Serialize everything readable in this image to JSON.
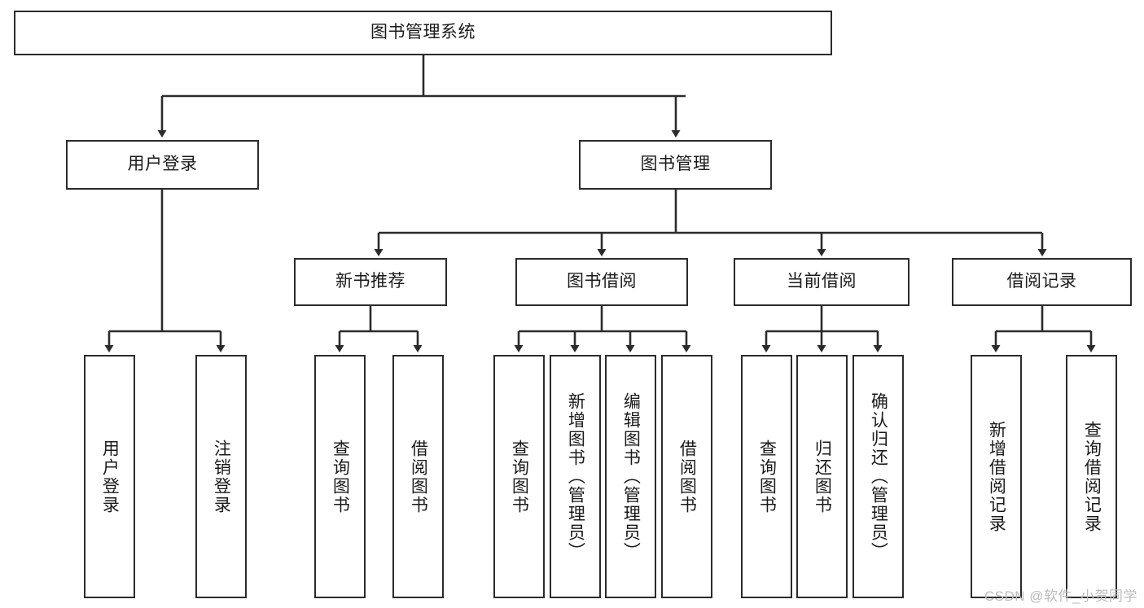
{
  "diagram": {
    "title": "图书管理系统",
    "type": "tree",
    "watermark": "CSDN @软件_小贺同学",
    "colors": {
      "box_border": "#2b2b2b",
      "box_fill": "#ffffff",
      "edge": "#2b2b2b",
      "text": "#1a1a1a",
      "watermark": "#bcbcbc",
      "background": "#ffffff"
    },
    "nodes": {
      "root": {
        "label": "图书管理系统"
      },
      "l2": [
        {
          "label": "用户登录"
        },
        {
          "label": "图书管理"
        }
      ],
      "l3": [
        {
          "label": "新书推荐"
        },
        {
          "label": "图书借阅"
        },
        {
          "label": "当前借阅"
        },
        {
          "label": "借阅记录"
        }
      ],
      "leaves": {
        "user_login": [
          {
            "label": "用户登录"
          },
          {
            "label": "注销登录"
          }
        ],
        "new_book_rec": [
          {
            "label": "查询图书"
          },
          {
            "label": "借阅图书"
          }
        ],
        "book_borrow": [
          {
            "label": "查询图书"
          },
          {
            "label": "新增图书（管理员）"
          },
          {
            "label": "编辑图书（管理员）"
          },
          {
            "label": "借阅图书"
          }
        ],
        "current_borrow": [
          {
            "label": "查询图书"
          },
          {
            "label": "归还图书"
          },
          {
            "label": "确认归还（管理员）"
          }
        ],
        "borrow_record": [
          {
            "label": "新增借阅记录"
          },
          {
            "label": "查询借阅记录"
          }
        ]
      }
    }
  }
}
